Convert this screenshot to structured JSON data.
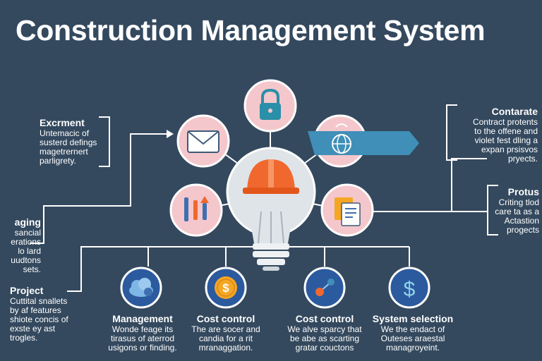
{
  "title": "Construction Management System",
  "colors": {
    "background": "#34495e",
    "pink_circle": "#f4c7cc",
    "blue_circle": "#2c5a9e",
    "helmet": "#f0682e",
    "coin": "#f5a623",
    "banner": "#3f8fb8",
    "connector": "#ffffff"
  },
  "icons": {
    "lock": "lock-icon",
    "envelope": "envelope-icon",
    "globe": "globe-icon",
    "tools": "tools-icon",
    "documents": "documents-icon",
    "bulb": "lightbulb-icon",
    "helmet": "hard-hat-icon",
    "cloud": "cloud-icon",
    "dollar": "dollar-icon",
    "nodes": "nodes-icon"
  },
  "left_blocks": {
    "excrment": {
      "head": "Excrment",
      "lines": [
        "Untemacic of",
        "susterd defings",
        "magetrernert",
        "parligrety."
      ]
    },
    "aging": {
      "head": "aging",
      "lines": [
        "sancial",
        "erations",
        "lo lard",
        "uudtons",
        "sets."
      ]
    },
    "project": {
      "head": "Project",
      "lines": [
        "Cuttital snallets",
        "by af features",
        "shiote concis of",
        "exste ey ast",
        "trogles."
      ]
    }
  },
  "right_blocks": {
    "contarate": {
      "head": "Contarate",
      "lines": [
        "Contract protents",
        "to the offene and",
        "violet fest dling a",
        "expan prsisvos",
        "pryects."
      ]
    },
    "protus": {
      "head": "Protus",
      "lines": [
        "Criting tlod",
        "care ta as a",
        "Actastion",
        "progects"
      ]
    }
  },
  "bottom_blocks": [
    {
      "head": "Management",
      "lines": [
        "Wonde feage its",
        "tirasus of aterrod",
        "usigons or finding."
      ]
    },
    {
      "head": "Cost control",
      "lines": [
        "The are socer and",
        "candia for a rit",
        "mranaggation."
      ]
    },
    {
      "head": "Cost control",
      "lines": [
        "We alve sparcy that",
        "be abe as scarting",
        "gratar couctons"
      ]
    },
    {
      "head": "System selection",
      "lines": [
        "We the endact of",
        "Outeses araestal",
        "managroyeint."
      ]
    }
  ]
}
